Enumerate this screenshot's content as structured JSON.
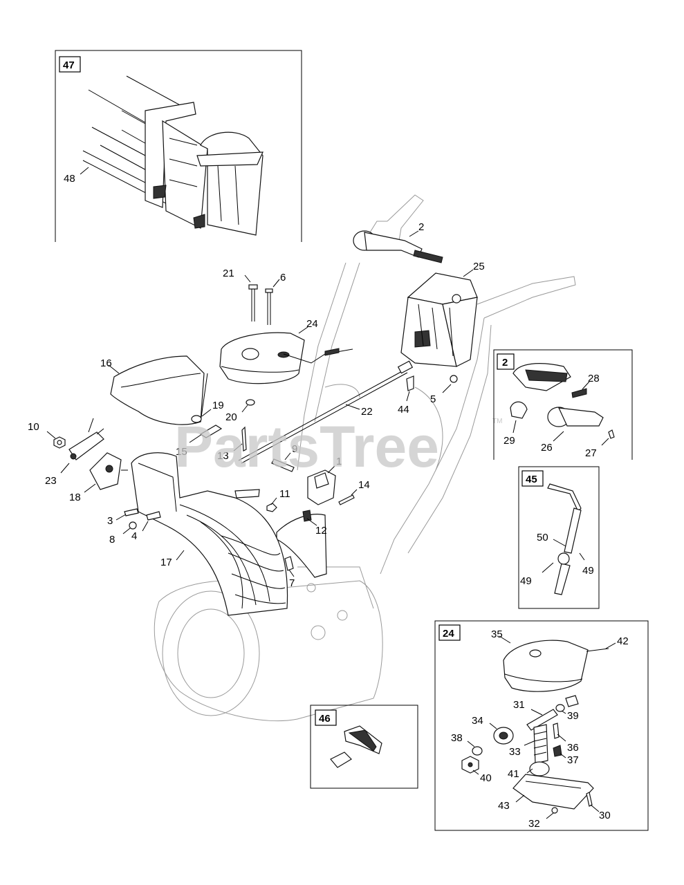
{
  "watermark": {
    "text": "PartsTree",
    "tm": "TM"
  },
  "insets": {
    "box47": "47",
    "box2": "2",
    "box45": "45",
    "box46": "46",
    "box24": "24"
  },
  "callouts": {
    "c48": "48",
    "c2": "2",
    "c25": "25",
    "c21": "21",
    "c6": "6",
    "c24": "24",
    "c16": "16",
    "c19": "19",
    "c20": "20",
    "c22": "22",
    "c44": "44",
    "c5": "5",
    "c10": "10",
    "c15": "15",
    "c13": "13",
    "c9": "9",
    "c1": "1",
    "c23": "23",
    "c18": "18",
    "c11": "11",
    "c14": "14",
    "c3": "3",
    "c8": "8",
    "c4": "4",
    "c12": "12",
    "c17": "17",
    "c7": "7",
    "c28": "28",
    "c29": "29",
    "c26": "26",
    "c27": "27",
    "c50": "50",
    "c49a": "49",
    "c49b": "49",
    "c35": "35",
    "c42": "42",
    "c31": "31",
    "c39": "39",
    "c34": "34",
    "c33": "33",
    "c36": "36",
    "c38": "38",
    "c37": "37",
    "c41": "41",
    "c40": "40",
    "c43": "43",
    "c32": "32",
    "c30": "30"
  }
}
